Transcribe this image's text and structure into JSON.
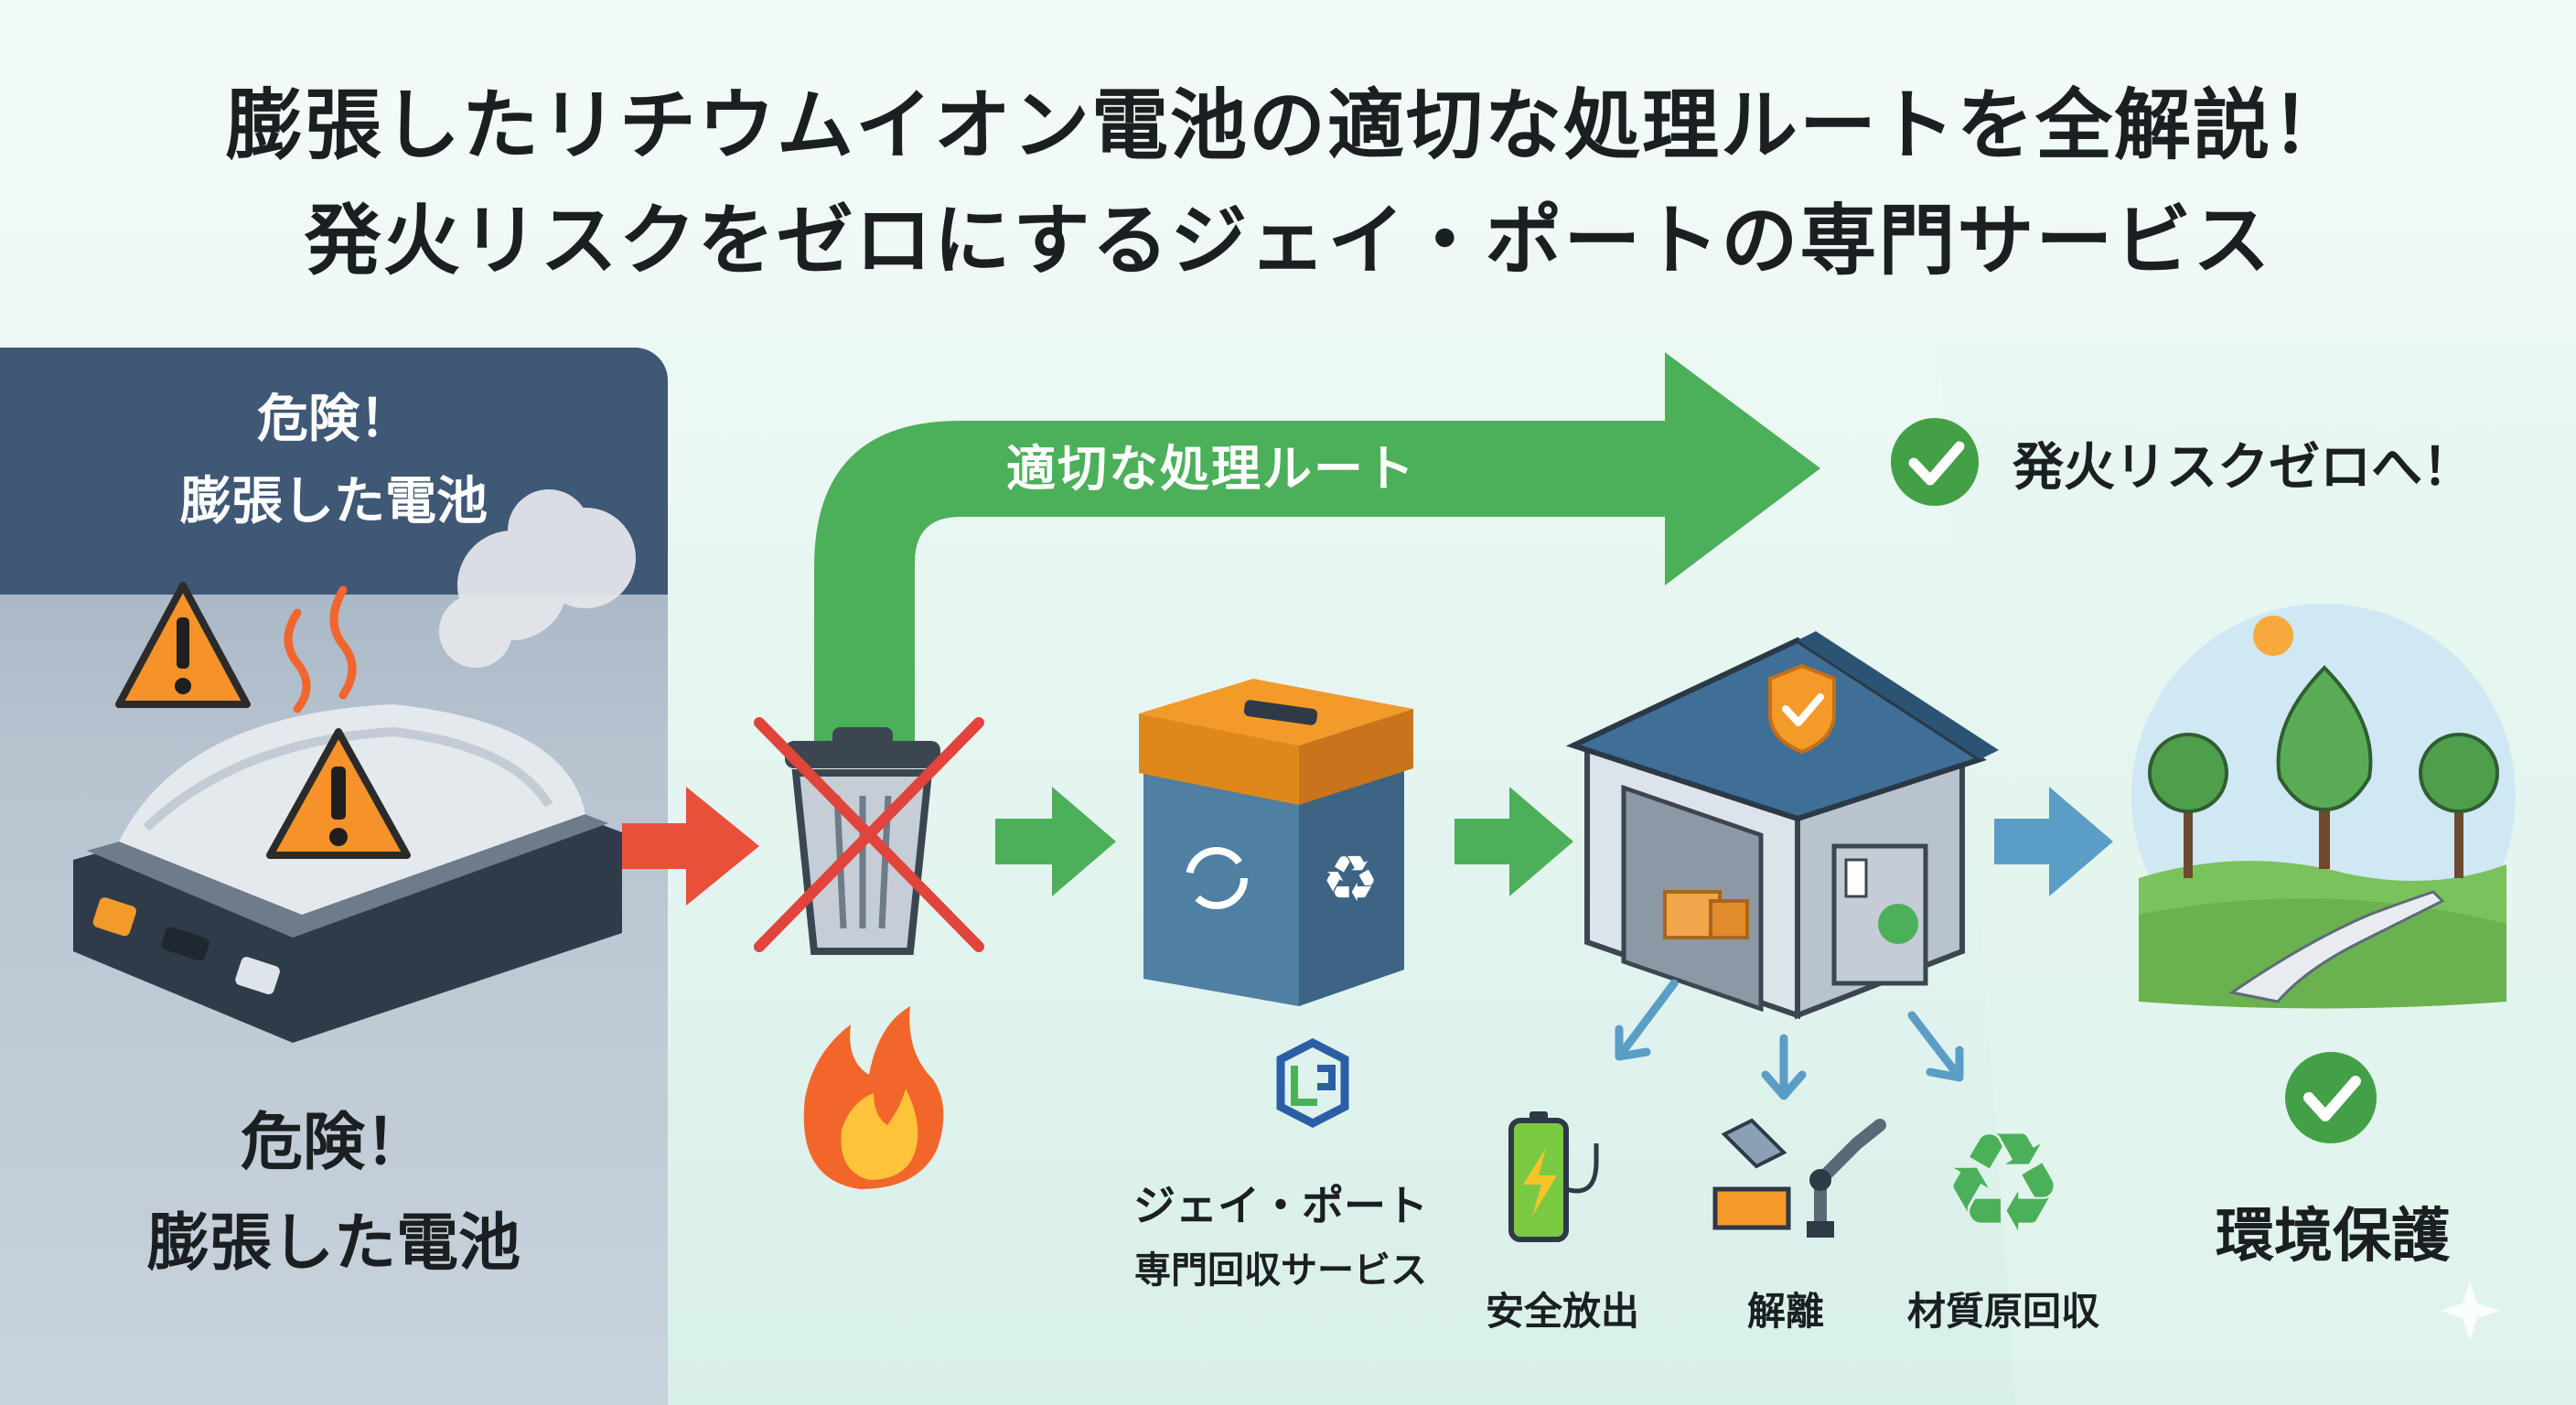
{
  "title": {
    "line1": "膨張したリチウムイオン電池の適切な処理ルートを全解説！",
    "line2": "発火リスクをゼロにするジェイ・ポートの専門サービス"
  },
  "left_panel": {
    "header_line1": "危険！",
    "header_line2": "膨張した電池",
    "footer_line1": "危険！",
    "footer_line2": "膨張した電池"
  },
  "route": {
    "label": "適切な処理ルート",
    "goal": "発火リスクゼロへ！"
  },
  "service": {
    "name": "ジェイ・ポート",
    "subtitle": "専門回収サービス"
  },
  "steps": [
    {
      "label": "安全放出"
    },
    {
      "label": "解離"
    },
    {
      "label": "材質原回収"
    }
  ],
  "result": {
    "label": "環境保護"
  },
  "colors": {
    "danger_header": "#3f5876",
    "route_green": "#4caf5a",
    "warning_orange": "#f08a24",
    "red_arrow": "#e8503a",
    "blue_arrow": "#5a9ec6",
    "check_green": "#43a047"
  },
  "icons": {
    "warning": "warning-triangle-icon",
    "battery": "swollen-battery-icon",
    "trash": "trash-bin-icon",
    "fire": "fire-icon",
    "box": "collection-box-icon",
    "facility": "recycling-facility-icon",
    "check": "check-circle-icon",
    "nature": "trees-landscape-icon",
    "recycle": "recycle-icon"
  }
}
